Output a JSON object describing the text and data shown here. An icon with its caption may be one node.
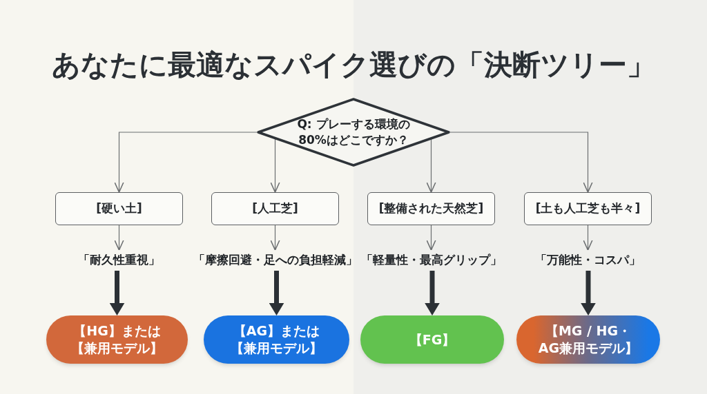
{
  "diagram": {
    "title": "あなたに最適なスパイク選びの「決断ツリー」",
    "nodes": [
      {
        "text": [
          "Q: プレーする環境の80%はどこですか？"
        ]
      },
      {
        "text": [
          "[硬い土]"
        ]
      },
      {
        "text": [
          "[人工芝]"
        ]
      },
      {
        "text": [
          "[整備された天然芝]"
        ]
      },
      {
        "text": [
          "[土も人工芝も半々]"
        ]
      },
      {
        "text": [
          "「耐久性重視」"
        ]
      },
      {
        "text": [
          "「摩擦回避・足への負担軽減」"
        ]
      },
      {
        "text": [
          "「軽量性・最高グリップ」"
        ]
      },
      {
        "text": [
          "「万能性・コスパ」"
        ]
      },
      {
        "text": [
          "【HG】または【兼用モデル】"
        ]
      },
      {
        "text": [
          "【AG】または【兼用モデル】"
        ]
      },
      {
        "text": [
          "【FG】"
        ]
      },
      {
        "text": [
          "【MG / HG・AG兼用モデル】"
        ]
      }
    ],
    "edges": [
      {
        "from": 0,
        "to": 1,
        "arrow": "to"
      },
      {
        "from": 0,
        "to": 2,
        "arrow": "to"
      },
      {
        "from": 0,
        "to": 3,
        "arrow": "to"
      },
      {
        "from": 0,
        "to": 4,
        "arrow": "to"
      },
      {
        "from": 1,
        "to": 5,
        "arrow": "to"
      },
      {
        "from": 2,
        "to": 6,
        "arrow": "to"
      },
      {
        "from": 3,
        "to": 7,
        "arrow": "to"
      },
      {
        "from": 4,
        "to": 8,
        "arrow": "to"
      },
      {
        "from": 5,
        "to": 9,
        "arrow": "to",
        "style": "thick",
        "color": "#2b3035"
      },
      {
        "from": 6,
        "to": 10,
        "arrow": "to",
        "style": "thick",
        "color": "#2b3035"
      },
      {
        "from": 7,
        "to": 11,
        "arrow": "to",
        "style": "thick",
        "color": "#2b3035"
      },
      {
        "from": 8,
        "to": 12,
        "arrow": "to",
        "style": "thick",
        "color": "#2b3035"
      }
    ]
  }
}
